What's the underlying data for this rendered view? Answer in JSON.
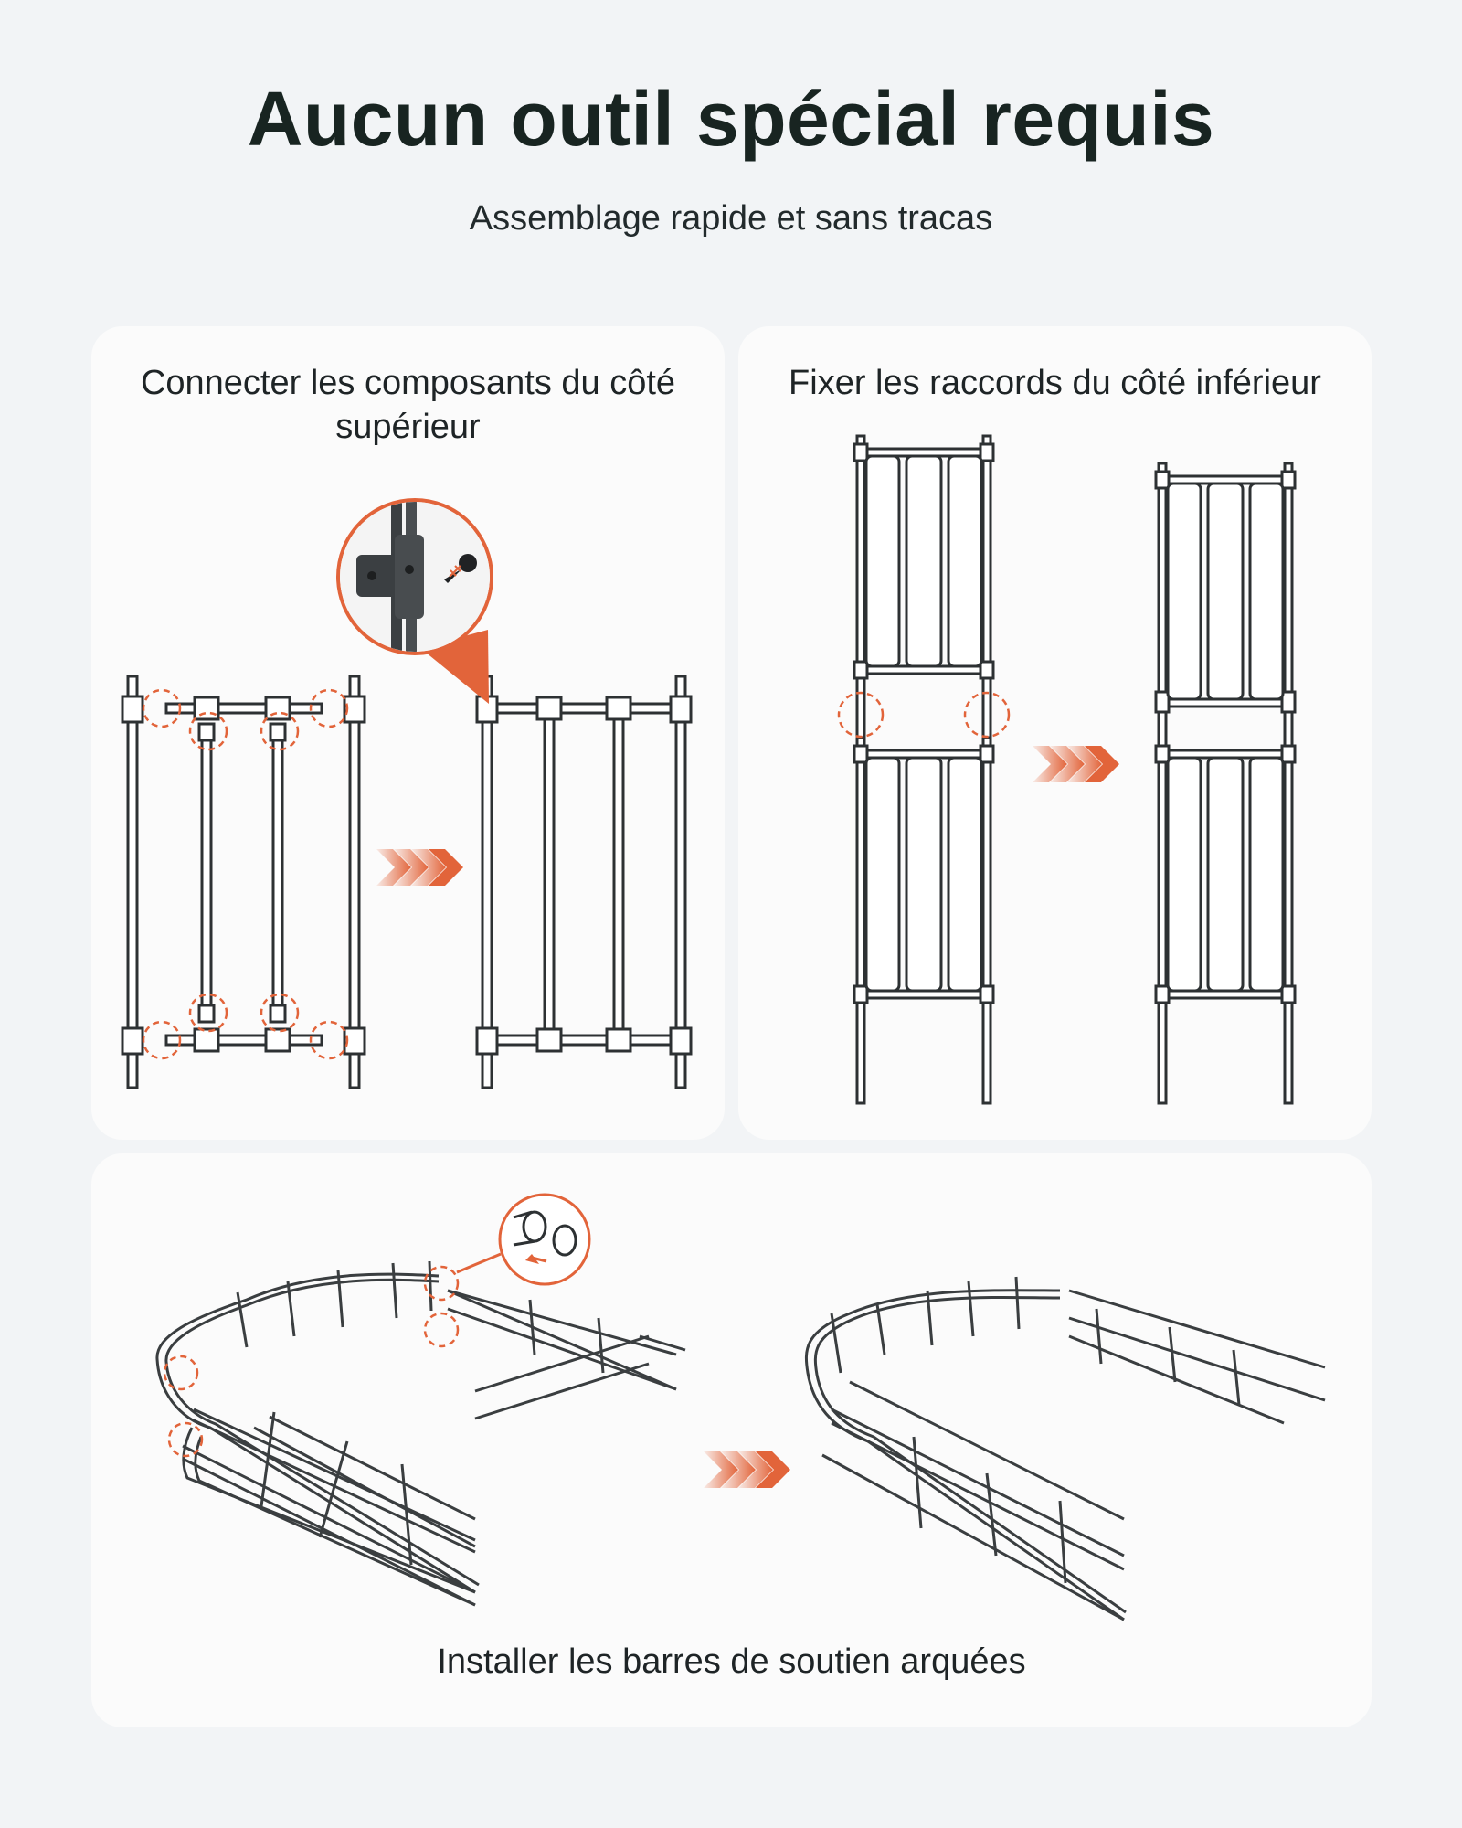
{
  "header": {
    "title": "Aucun outil spécial requis",
    "subtitle": "Assemblage rapide et sans tracas"
  },
  "steps": [
    {
      "label": "Connecter les composants du côté supérieur"
    },
    {
      "label": "Fixer les raccords du côté inférieur"
    },
    {
      "label": "Installer les barres de soutien arquées"
    }
  ],
  "colors": {
    "accent": "#e2643a",
    "pipe": "#2d3133",
    "card": "#fbfbfb",
    "background": "#f2f4f6"
  },
  "icons": [
    "screw-icon",
    "arrow-chevrons-icon",
    "pipe-connector-icon"
  ]
}
